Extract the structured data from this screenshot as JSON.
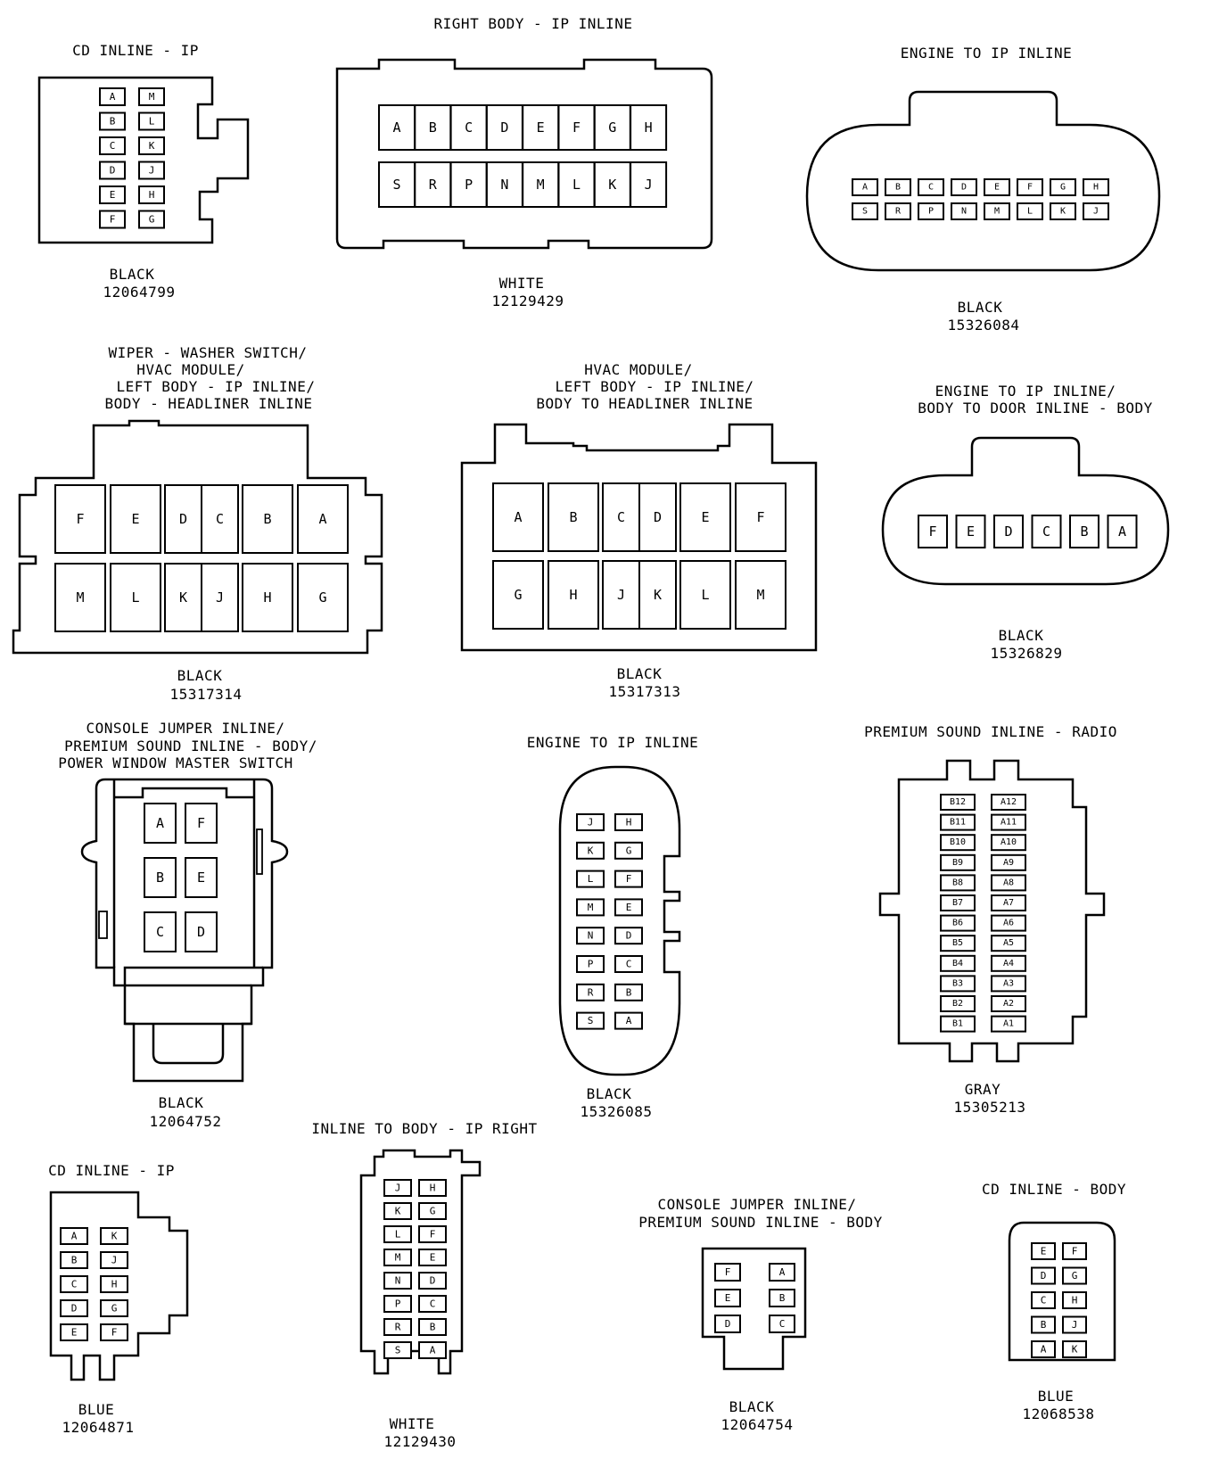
{
  "connectors": [
    {
      "id": "c1",
      "title": [
        "CD INLINE - IP"
      ],
      "color": "BLACK",
      "part": "12064799"
    },
    {
      "id": "c2",
      "title": [
        "RIGHT BODY - IP INLINE"
      ],
      "color": "WHITE",
      "part": "12129429"
    },
    {
      "id": "c3",
      "title": [
        "ENGINE TO IP INLINE"
      ],
      "color": "BLACK",
      "part": "15326084"
    },
    {
      "id": "c4",
      "title": [
        "WIPER - WASHER SWITCH/",
        "HVAC MODULE/",
        "LEFT BODY - IP INLINE/",
        "BODY - HEADLINER INLINE"
      ],
      "color": "BLACK",
      "part": "15317314"
    },
    {
      "id": "c5",
      "title": [
        "HVAC MODULE/",
        "LEFT BODY - IP INLINE/",
        "BODY TO HEADLINER INLINE"
      ],
      "color": "BLACK",
      "part": "15317313"
    },
    {
      "id": "c6",
      "title": [
        "ENGINE TO IP INLINE/",
        "BODY TO DOOR INLINE - BODY"
      ],
      "color": "BLACK",
      "part": "15326829"
    },
    {
      "id": "c7",
      "title": [
        "CONSOLE JUMPER INLINE/",
        "PREMIUM SOUND INLINE - BODY/",
        "POWER WINDOW MASTER SWITCH"
      ],
      "color": "BLACK",
      "part": "12064752"
    },
    {
      "id": "c8",
      "title": [
        "ENGINE TO IP INLINE"
      ],
      "color": "BLACK",
      "part": "15326085"
    },
    {
      "id": "c9",
      "title": [
        "PREMIUM SOUND INLINE - RADIO"
      ],
      "color": "GRAY",
      "part": "15305213"
    },
    {
      "id": "c10",
      "title": [
        "CD INLINE - IP"
      ],
      "color": "BLUE",
      "part": "12064871"
    },
    {
      "id": "c11",
      "title": [
        "INLINE TO BODY - IP RIGHT"
      ],
      "color": "WHITE",
      "part": "12129430"
    },
    {
      "id": "c12",
      "title": [
        "CONSOLE JUMPER INLINE/",
        "PREMIUM SOUND INLINE - BODY"
      ],
      "color": "BLACK",
      "part": "12064754"
    },
    {
      "id": "c13",
      "title": [
        "CD INLINE - BODY"
      ],
      "color": "BLUE",
      "part": "12068538"
    }
  ],
  "pins": {
    "c1": {
      "left": [
        "A",
        "B",
        "C",
        "D",
        "E",
        "F"
      ],
      "right": [
        "M",
        "L",
        "K",
        "J",
        "H",
        "G"
      ]
    },
    "c2": {
      "top": [
        "A",
        "B",
        "C",
        "D",
        "E",
        "F",
        "G",
        "H"
      ],
      "bottom": [
        "S",
        "R",
        "P",
        "N",
        "M",
        "L",
        "K",
        "J"
      ]
    },
    "c3": {
      "top": [
        "A",
        "B",
        "C",
        "D",
        "E",
        "F",
        "G",
        "H"
      ],
      "bottom": [
        "S",
        "R",
        "P",
        "N",
        "M",
        "L",
        "K",
        "J"
      ]
    },
    "c4": {
      "top": [
        "F",
        "E",
        "D",
        "C",
        "B",
        "A"
      ],
      "bottom": [
        "M",
        "L",
        "K",
        "J",
        "H",
        "G"
      ]
    },
    "c5": {
      "top": [
        "A",
        "B",
        "C",
        "D",
        "E",
        "F"
      ],
      "bottom": [
        "G",
        "H",
        "J",
        "K",
        "L",
        "M"
      ]
    },
    "c6": {
      "row": [
        "F",
        "E",
        "D",
        "C",
        "B",
        "A"
      ]
    },
    "c7": {
      "left": [
        "A",
        "B",
        "C"
      ],
      "right": [
        "F",
        "E",
        "D"
      ]
    },
    "c8": {
      "left": [
        "J",
        "K",
        "L",
        "M",
        "N",
        "P",
        "R",
        "S"
      ],
      "right": [
        "H",
        "G",
        "F",
        "E",
        "D",
        "C",
        "B",
        "A"
      ]
    },
    "c9": {
      "left": [
        "B12",
        "B11",
        "B10",
        "B9",
        "B8",
        "B7",
        "B6",
        "B5",
        "B4",
        "B3",
        "B2",
        "B1"
      ],
      "right": [
        "A12",
        "A11",
        "A10",
        "A9",
        "A8",
        "A7",
        "A6",
        "A5",
        "A4",
        "A3",
        "A2",
        "A1"
      ]
    },
    "c10": {
      "left": [
        "A",
        "B",
        "C",
        "D",
        "E"
      ],
      "right": [
        "K",
        "J",
        "H",
        "G",
        "F"
      ]
    },
    "c11": {
      "left": [
        "J",
        "K",
        "L",
        "M",
        "N",
        "P",
        "R",
        "S"
      ],
      "right": [
        "H",
        "G",
        "F",
        "E",
        "D",
        "C",
        "B",
        "A"
      ]
    },
    "c12": {
      "left": [
        "F",
        "E",
        "D"
      ],
      "right": [
        "A",
        "B",
        "C"
      ]
    },
    "c13": {
      "left": [
        "E",
        "D",
        "C",
        "B",
        "A"
      ],
      "right": [
        "F",
        "G",
        "H",
        "J",
        "K"
      ]
    }
  }
}
